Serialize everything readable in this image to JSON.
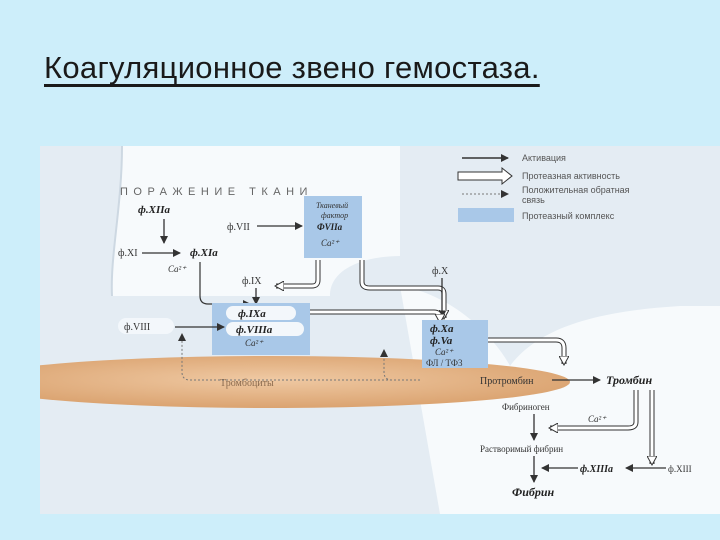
{
  "slide": {
    "title": "Коагуляционное звено гемостаза."
  },
  "legend": {
    "activation": "Активация",
    "protease_activity": "Протеазная активность",
    "positive_feedback": "Положительная обратная связь",
    "protease_complex": "Протеазный комплекс"
  },
  "diagram": {
    "header": "ПОРАЖЕНИЕ ТКАНИ",
    "f12a": "ф.XIIa",
    "f7": "ф.VII",
    "tissue_factor": "Тканевый фактор",
    "f7a": "ФVIIa",
    "ca": "Ca²⁺",
    "f11": "ф.XI",
    "f11a": "ф.XIa",
    "f9": "ф.IX",
    "f10": "ф.X",
    "f9a": "ф.IXa",
    "f8": "ф.VIII",
    "f8a": "ф.VIIIa",
    "f10a": "ф.Xa",
    "f5a": "ф.Va",
    "pl_tf3": "ФЛ / ТФ3",
    "platelets": "Тромбоциты",
    "prothrombin": "Протромбин",
    "thrombin": "Тромбин",
    "fibrinogen": "Фибриноген",
    "soluble_fibrin": "Растворимый фибрин",
    "f13a": "ф.XIIIa",
    "f13": "ф.XIII",
    "fibrin": "Фибрин"
  },
  "colors": {
    "slide_bg": "#cdeefa",
    "panel": "#e4ecf3",
    "complex": "#a9c8e8",
    "platelets": "#e7b98d",
    "arrow": "#333333"
  }
}
